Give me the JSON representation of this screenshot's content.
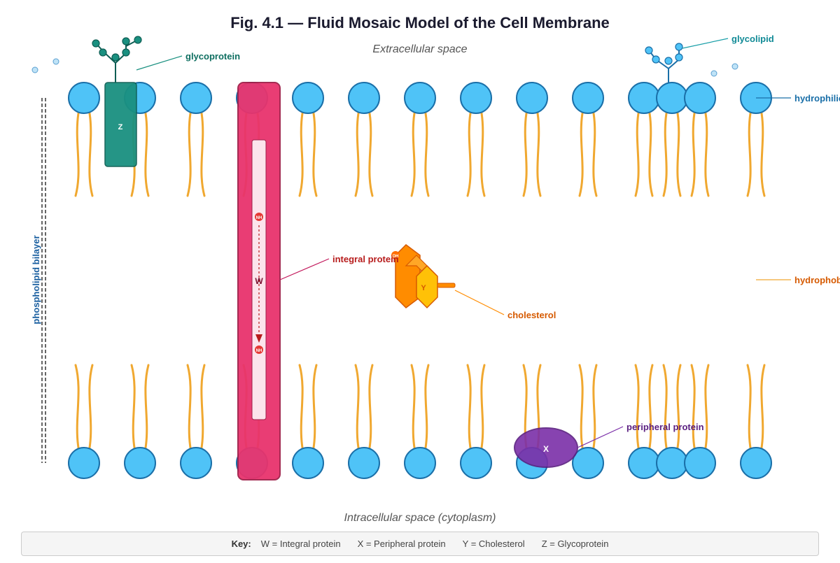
{
  "title": "Fig. 4.1 — Fluid Mosaic Model of the Cell Membrane",
  "regions": {
    "extracellular": "Extracellular space",
    "intracellular": "Intracellular space (cytoplasm)"
  },
  "labels": {
    "glycoprotein": "glycoprotein",
    "glycolipid": "glycolipid",
    "hydrophilic": "hydrophilic head",
    "hydrophobic": "hydrophobic tail",
    "integral_protein": "integral protein",
    "cholesterol": "cholesterol",
    "peripheral_protein": "peripheral protein",
    "bilayer": "phospholipid bilayer"
  },
  "markers": {
    "z": "Z",
    "w": "W",
    "y": "Y",
    "x": "X",
    "oh": "OH",
    "nh_top": "NH",
    "nh_bottom": "NH"
  },
  "key": {
    "heading": "Key:",
    "items": [
      "W = Integral protein",
      "X = Peripheral protein",
      "Y = Cholesterol",
      "Z = Glycoprotein"
    ]
  },
  "colors": {
    "head_fill": "#4fc3f7",
    "head_stroke": "#1a6fa8",
    "tail": "#f0a830",
    "glycoprotein": "#1a9080",
    "integral_protein": "#e8336d",
    "cholesterol": "#ff8c00",
    "peripheral_protein": "#7b2fa8",
    "glycolipid_sugar": "#4fc3f7"
  }
}
